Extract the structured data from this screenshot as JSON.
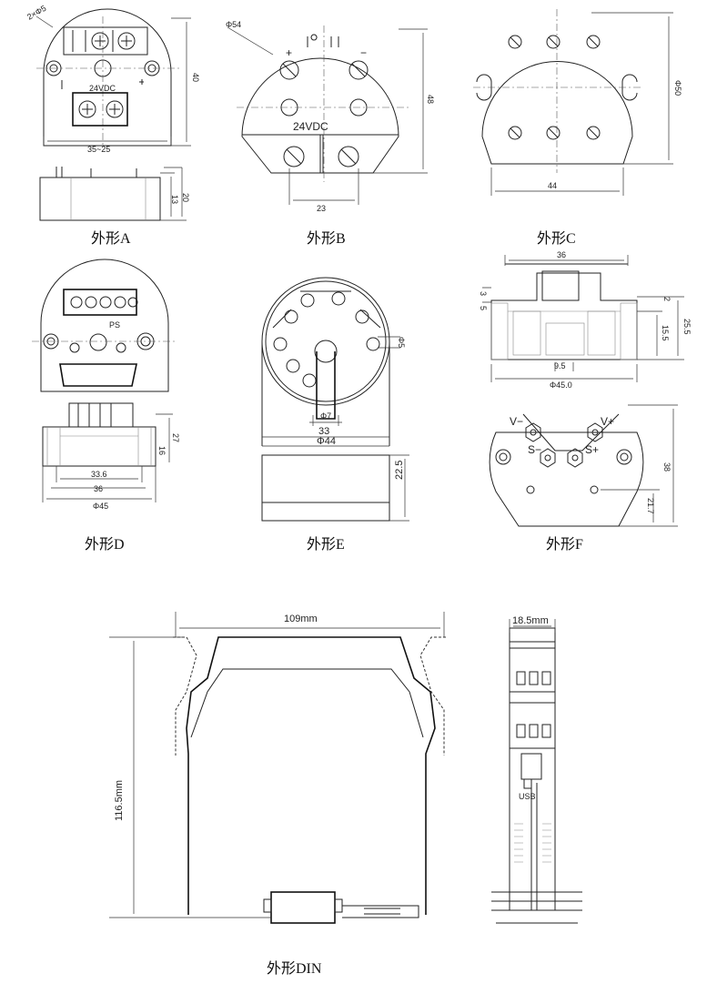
{
  "captions": {
    "a": "外形A",
    "b": "外形B",
    "c": "外形C",
    "d": "外形D",
    "e": "外形E",
    "f": "外形F",
    "din": "外形DIN"
  },
  "labels": {
    "a_top": "2×Φ5",
    "a_supply": "24VDC",
    "a_width": "35~25",
    "a_height": "40",
    "a_side_1": "13",
    "a_side_2": "20",
    "b_dia": "Φ54",
    "b_supply": "24VDC",
    "b_plus": "+",
    "b_minus": "−",
    "b_width": "23",
    "b_height": "48",
    "c_dia": "Φ50",
    "c_width": "44",
    "d_supply": "PS",
    "d_dim1": "33.6",
    "d_dim2": "36",
    "d_dim3": "Φ45",
    "d_height": "27",
    "d_h2": "16",
    "e_hole": "Φ5",
    "e_pin": "Φ7",
    "e_w1": "33",
    "e_w2": "Φ44",
    "e_h": "22.5",
    "f_top": "36",
    "f_3": "3",
    "f_5": "5",
    "f_2": "2",
    "f_255": "25.5",
    "f_155": "15.5",
    "f_95": "9.5",
    "f_450": "Φ45.0",
    "f_vm": "V−",
    "f_vp": "V+",
    "f_sm": "S−",
    "f_sp": "S+",
    "f_38": "38",
    "f_217": "21.7",
    "din_width": "109mm",
    "din_height": "116.5mm",
    "din_thick": "18.5mm",
    "din_usb": "USB"
  }
}
